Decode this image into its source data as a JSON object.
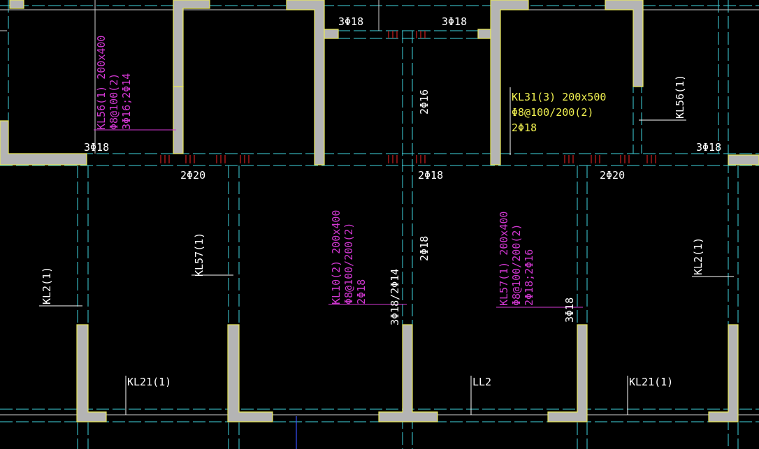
{
  "colors": {
    "background": "#000000",
    "wall_fill": "#b4b4b4",
    "wall_edge": "#e8e85a",
    "axis_line": "#3fd6e0",
    "grid_line": "#ffffff",
    "white_text": "#ffffff",
    "magenta_text": "#d438d4",
    "yellow_text": "#f0f050",
    "rebar_mark": "#d02020",
    "blue_line": "#3a50ff"
  },
  "top_annotations": {
    "left_beam_top": "3Φ18",
    "right_beam_top": "3Φ18",
    "left_span_top": "3Φ18",
    "right_span_top": "3Φ18",
    "bottom_left": "2Φ20",
    "bottom_mid": "2Φ18",
    "bottom_right": "2Φ20",
    "vertical_center": "2Φ16"
  },
  "kl56_left": {
    "line1": "KL56(1) 200x400",
    "line2": "Φ8@100(2)",
    "line3": "3Φ16;2Φ14"
  },
  "kl31": {
    "line1": "KL31(3) 200x500",
    "line2": "Φ8@100/200(2)",
    "line3": "2Φ18"
  },
  "kl56_right": "KL56(1)",
  "kl57_left": "KL57(1)",
  "kl2_left": "KL2(1)",
  "kl2_right": "KL2(1)",
  "kl10": {
    "line1": "KL10(2) 200x400",
    "line2": "Φ8@100/200(2)",
    "line3": "2Φ18"
  },
  "kl10_extra": "3Φ18/2Φ14",
  "kl57_mid": {
    "line1": "KL57(1) 200x400",
    "line2": "Φ8@100/200(2)",
    "line3": "2Φ18;2Φ16"
  },
  "kl57_extra": "3Φ18",
  "mid_vertical": "2Φ18",
  "kl21_left": "KL21(1)",
  "ll2": "LL2",
  "kl21_right": "KL21(1)"
}
